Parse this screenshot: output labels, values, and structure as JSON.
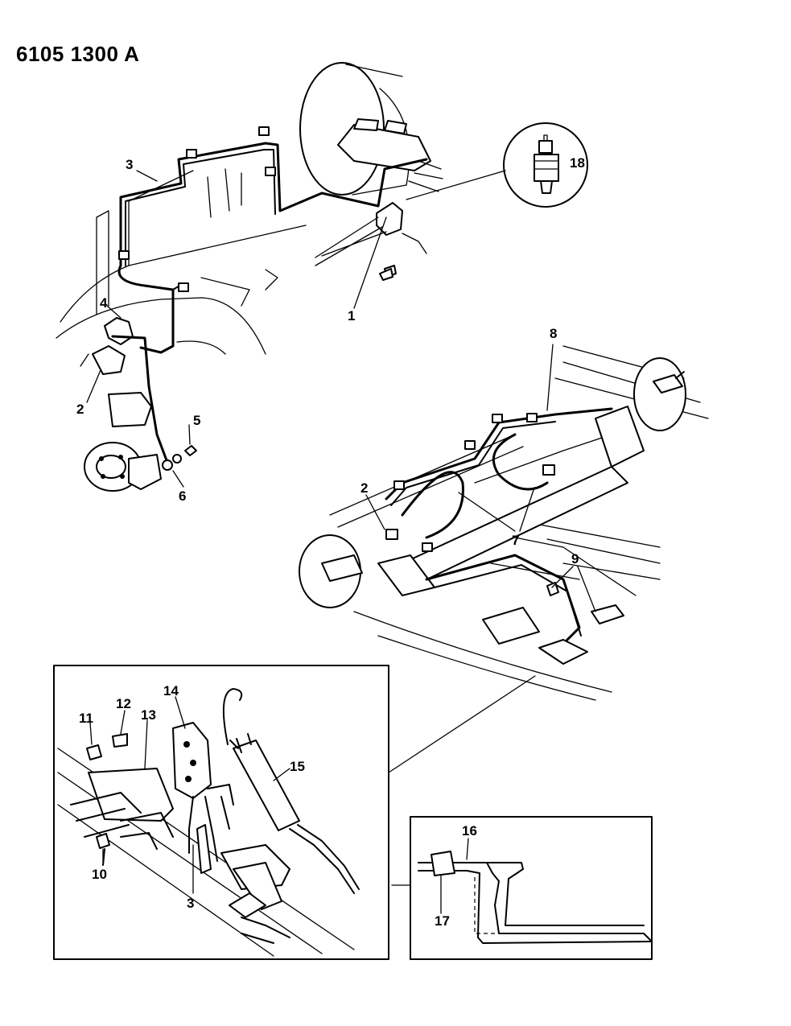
{
  "header": {
    "code": "6105 1300 A"
  },
  "callouts": {
    "c1": "1",
    "c2a": "2",
    "c2b": "2",
    "c3a": "3",
    "c3b": "3",
    "c4": "4",
    "c5": "5",
    "c6": "6",
    "c7": "7",
    "c8": "8",
    "c9": "9",
    "c10": "10",
    "c11": "11",
    "c12": "12",
    "c13": "13",
    "c14": "14",
    "c15": "15",
    "c16": "16",
    "c17": "17",
    "c18": "18"
  }
}
